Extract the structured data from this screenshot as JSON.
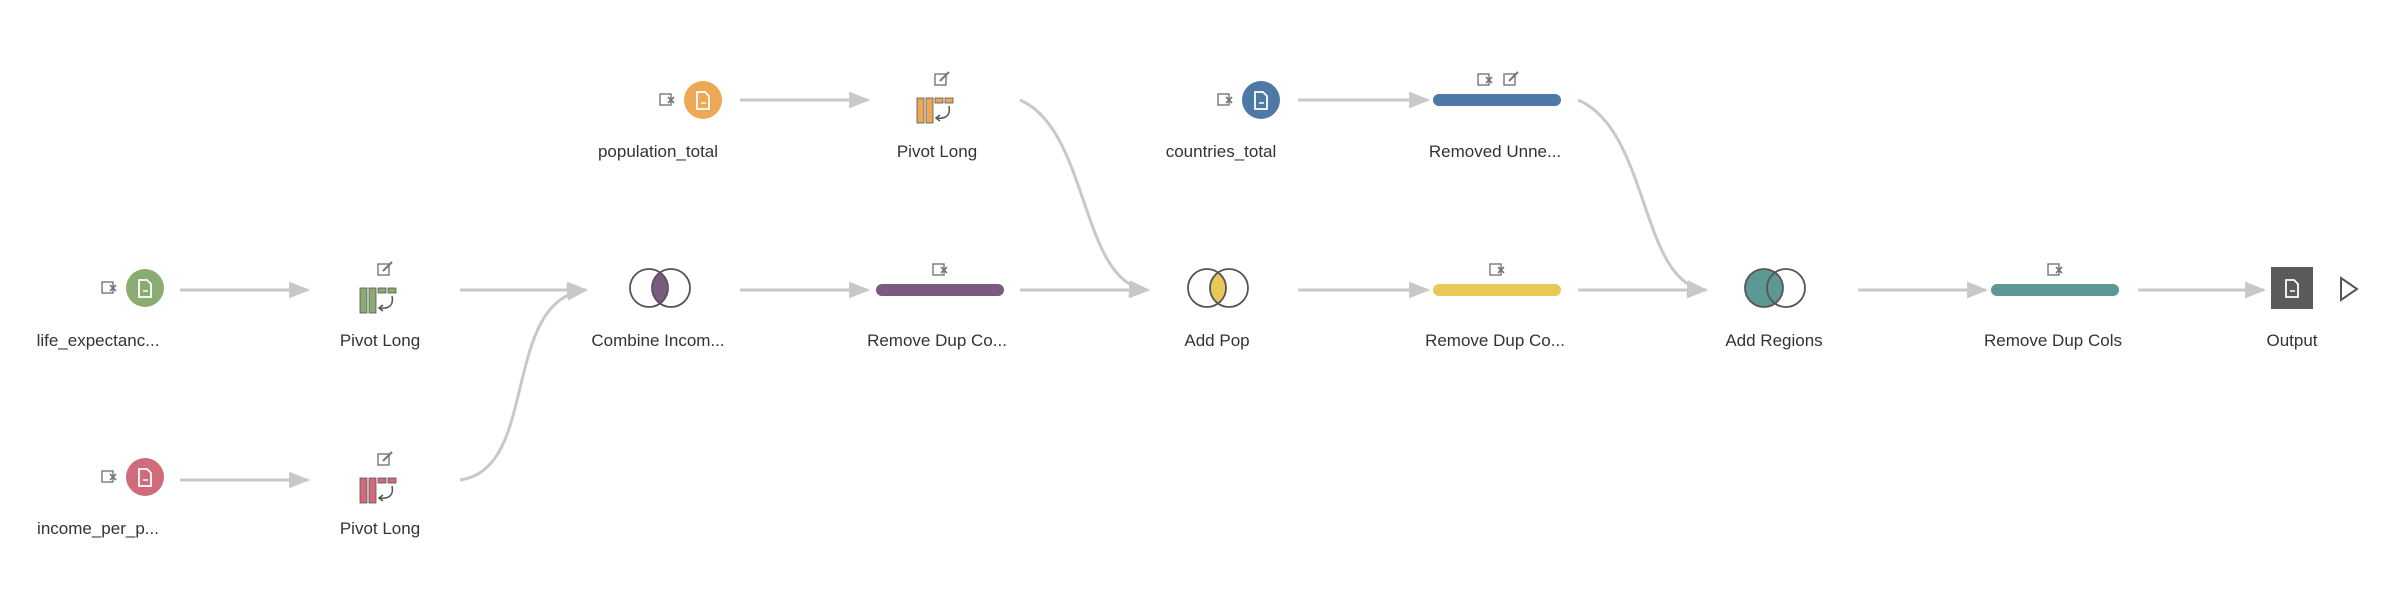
{
  "colors": {
    "green": "#8aab72",
    "orange": "#eda855",
    "red": "#cf6b7a",
    "blue": "#4e79a7",
    "purple": "#7b5c80",
    "yellow": "#e8c958",
    "teal": "#5c9994",
    "output": "#5a5a5a",
    "connector": "#c8c8c8",
    "badge": "#777777"
  },
  "nodes": {
    "life": {
      "label": "life_expectanc...",
      "icon": "file-input-icon",
      "color": "green"
    },
    "income": {
      "label": "income_per_p...",
      "icon": "file-input-icon",
      "color": "red"
    },
    "pivot_life": {
      "label": "Pivot Long",
      "icon": "pivot-icon",
      "color": "green"
    },
    "pivot_income": {
      "label": "Pivot Long",
      "icon": "pivot-icon",
      "color": "red"
    },
    "population": {
      "label": "population_total",
      "icon": "file-input-icon",
      "color": "orange"
    },
    "pivot_pop": {
      "label": "Pivot Long",
      "icon": "pivot-icon",
      "color": "orange"
    },
    "combine": {
      "label": "Combine Incom...",
      "icon": "join-icon",
      "color": "purple"
    },
    "remove1": {
      "label": "Remove Dup Co...",
      "icon": "clean-step-bar",
      "color": "purple"
    },
    "countries": {
      "label": "countries_total",
      "icon": "file-input-icon",
      "color": "blue"
    },
    "removed_unne": {
      "label": "Removed Unne...",
      "icon": "clean-step-bar",
      "color": "blue"
    },
    "addpop": {
      "label": "Add Pop",
      "icon": "join-icon",
      "color": "yellow"
    },
    "remove2": {
      "label": "Remove Dup Co...",
      "icon": "clean-step-bar",
      "color": "yellow"
    },
    "addregions": {
      "label": "Add Regions",
      "icon": "join-icon",
      "color": "teal"
    },
    "remove3": {
      "label": "Remove Dup Cols",
      "icon": "clean-step-bar",
      "color": "teal"
    },
    "output": {
      "label": "Output",
      "icon": "output-icon",
      "color": "output"
    }
  },
  "controls": {
    "run_flow_icon": "play-icon"
  }
}
